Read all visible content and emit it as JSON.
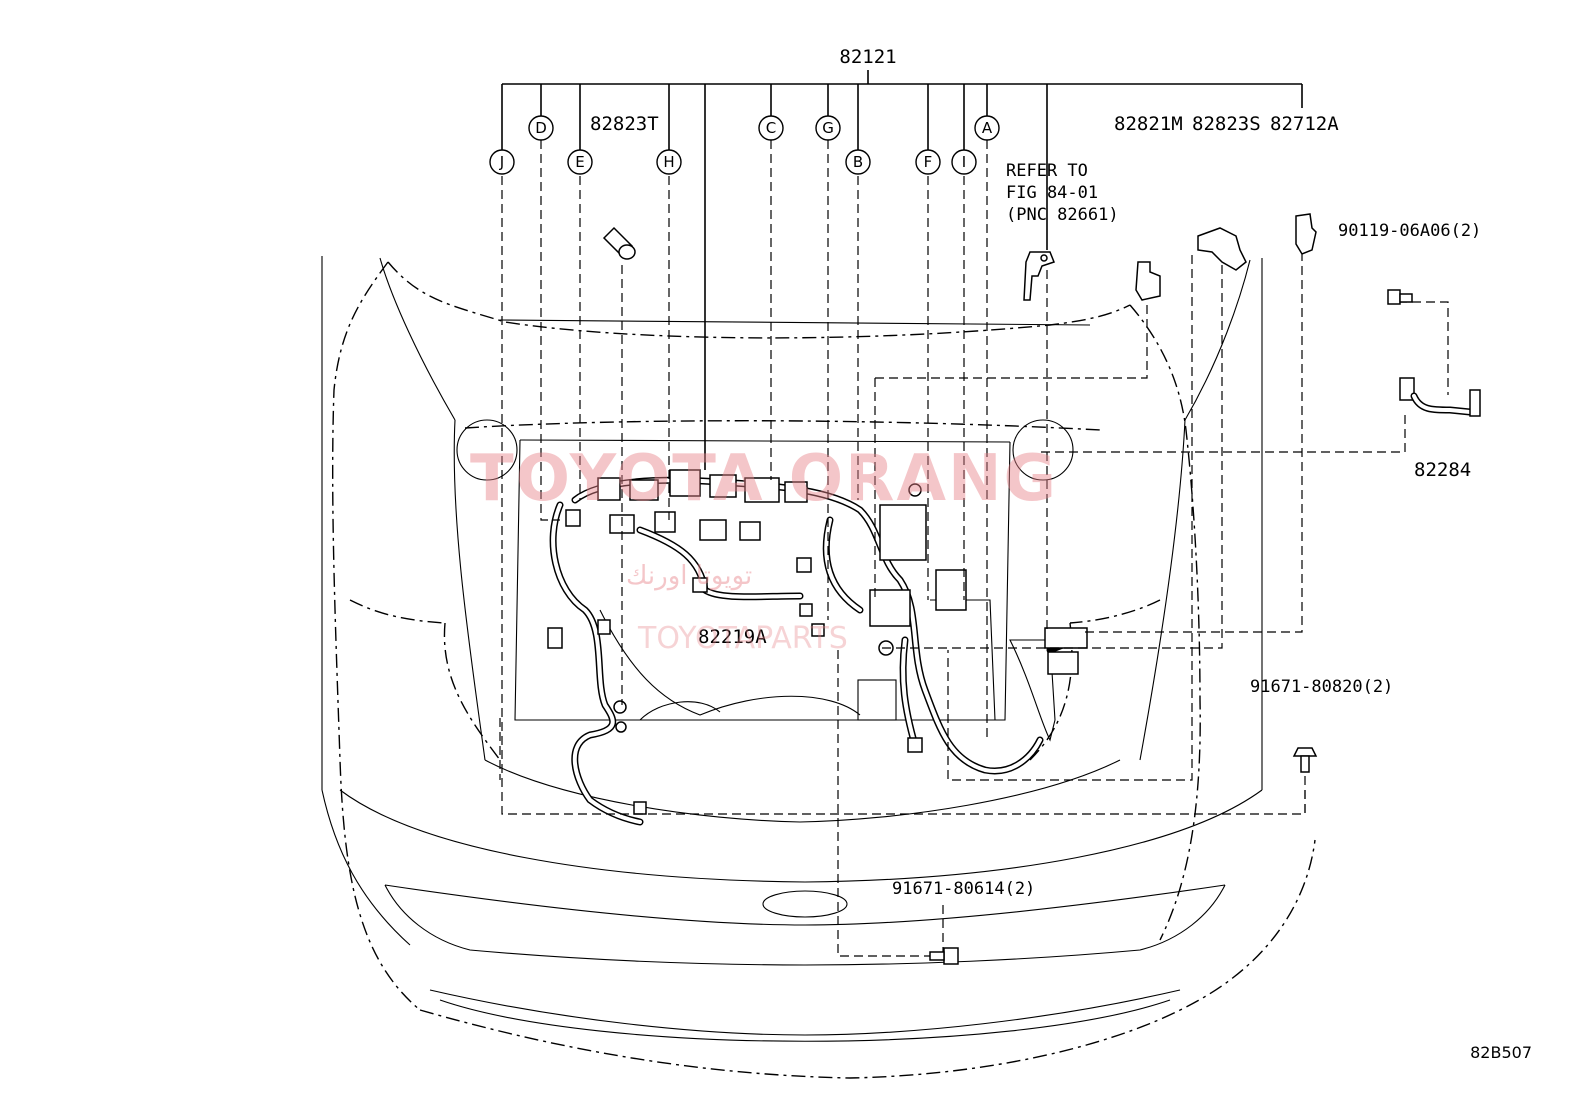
{
  "main_part": "82121",
  "callouts": [
    "A",
    "B",
    "C",
    "D",
    "E",
    "F",
    "G",
    "H",
    "I",
    "J"
  ],
  "parts": {
    "p82823T": "82823T",
    "p82821M": "82821M",
    "p82823S": "82823S",
    "p82712A": "82712A",
    "p82219A": "82219A",
    "p82284": "82284",
    "bolt_90119": "90119-06A06(2)",
    "bolt_91671_820": "91671-80820(2)",
    "bolt_91671_614": "91671-80614(2)"
  },
  "refer_note": [
    "REFER TO",
    "FIG 84-01",
    "(PNC 82661)"
  ],
  "figure_code": "82B507",
  "watermark": {
    "brand": "TOYOTA ORANG",
    "arabic": "تويوتا اورنك",
    "parts": "TOYOTAPARTS"
  },
  "colors": {
    "line": "#000000",
    "watermark": "#e8838a",
    "background": "#ffffff"
  }
}
